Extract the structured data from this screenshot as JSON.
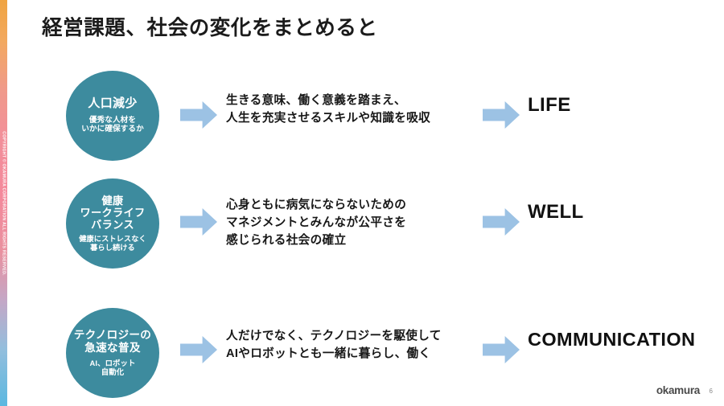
{
  "slide": {
    "title": "経営課題、社会の変化をまとめると",
    "background_color": "#ffffff",
    "circle_color": "#3d8b9e",
    "arrow_color": "#9cc2e4",
    "text_color": "#171717"
  },
  "accent_bar": {
    "copyright": "COPYRIGHT © OKAMURA CORPORATION ALL RIGHTS RESERVED.",
    "gradient_from": "#f0a441",
    "gradient_mid": "#f4899b",
    "gradient_to": "#5bb8e0"
  },
  "rows": [
    {
      "circle_title": "人口減少",
      "circle_sub": "優秀な人材を\nいかに確保するか",
      "arrow_left": "right-arrow-icon",
      "body": "生きる意味、働く意義を踏まえ、\n人生を充実させるスキルや知識を吸収",
      "arrow_right": "right-arrow-icon",
      "keyword": "LIFE"
    },
    {
      "circle_title": "健康\nワークライフ\nバランス",
      "circle_sub": "健康にストレスなく\n暮らし続ける",
      "arrow_left": "right-arrow-icon",
      "body": "心身ともに病気にならないための\nマネジメントとみんなが公平さを\n感じられる社会の確立",
      "arrow_right": "right-arrow-icon",
      "keyword": "WELL"
    },
    {
      "circle_title": "テクノロジーの\n急速な普及",
      "circle_sub": "AI、ロボット\n自動化",
      "arrow_left": "right-arrow-icon",
      "body": "人だけでなく、テクノロジーを駆使して\nAIやロボットとも一緒に暮らし、働く",
      "arrow_right": "right-arrow-icon",
      "keyword": "COMMUNICATION"
    }
  ],
  "footer": {
    "logo": "okamura",
    "page_number": "6"
  }
}
